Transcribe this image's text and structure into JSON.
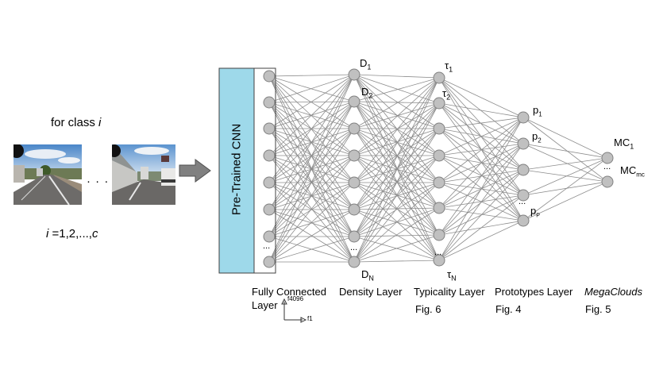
{
  "input": {
    "class_label_prefix": "for class ",
    "class_label_var": "i",
    "ellipsis": "· · ·",
    "range_var": "i",
    "range_text": " =1,2,...,",
    "range_end": "c"
  },
  "cnn": {
    "label": "Pre-Trained CNN",
    "fill": "#9ED9EA"
  },
  "layers": {
    "input_nodes": 8,
    "density_nodes": 8,
    "typicality_nodes": 8,
    "prototype_nodes": 5,
    "megacloud_nodes": 2
  },
  "node_labels": {
    "d1": "D",
    "d1_sub": "1",
    "d2": "D",
    "d2_sub": "2",
    "dn": "D",
    "dn_sub": "N",
    "t1": "τ",
    "t1_sub": "1",
    "t2": "τ",
    "t2_sub": "2",
    "tn": "τ",
    "tn_sub": "N",
    "p1": "p",
    "p1_sub": "1",
    "p2": "p",
    "p2_sub": "2",
    "pp": "p",
    "pp_sub": "P",
    "mc1": "MC",
    "mc1_sub": "1",
    "mcm": "MC",
    "mcm_sub": "mc",
    "dots": "..."
  },
  "captions": {
    "fc_line1": "Fully Connected",
    "fc_line2": "Layer",
    "f4096": "f4096",
    "f1": "f1",
    "density": "Density Layer",
    "typicality": "Typicality Layer",
    "typicality_fig": "Fig. 6",
    "prototypes": "Prototypes Layer",
    "prototypes_fig": "Fig. 4",
    "megaclouds": "MegaClouds",
    "megaclouds_fig": "Fig. 5"
  },
  "colors": {
    "node_fill": "#C0C0C0",
    "node_stroke": "#808080",
    "edge": "#8C8C8C",
    "arrow_fill": "#808080"
  }
}
